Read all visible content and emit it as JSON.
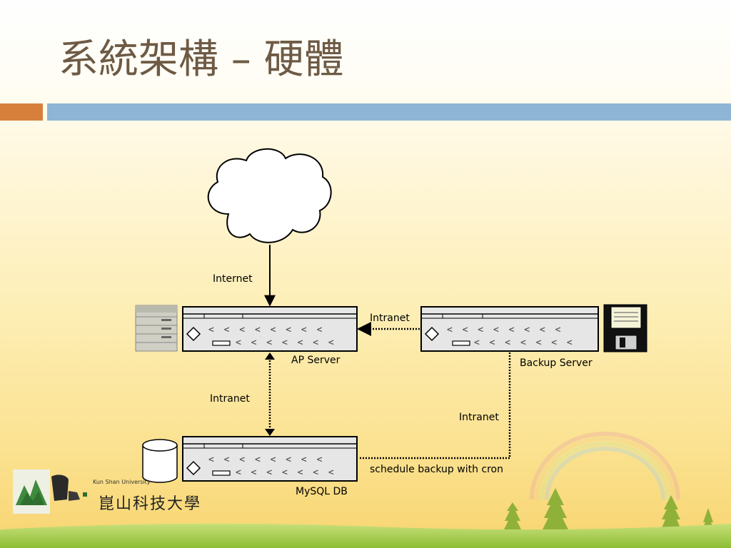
{
  "slide": {
    "title": "系統架構 – 硬體"
  },
  "diagram": {
    "nodes": {
      "ap_server": "AP Server",
      "backup_server": "Backup Server",
      "mysql_db": "MySQL DB"
    },
    "edge_labels": {
      "internet": "Internet",
      "backup_to_ap": "Intranet",
      "ap_to_db": "Intranet",
      "backup_to_db": "Intranet",
      "cron": "schedule backup with cron"
    }
  },
  "logo": {
    "english": "Kun Shan University",
    "chinese": "崑山科技大學"
  },
  "colors": {
    "title": "#6e5a44",
    "accent_orange": "#d7803c",
    "accent_blue": "#8eb4d6",
    "device_fill": "#e6e6e6",
    "ground_green": "#9cc83c"
  }
}
